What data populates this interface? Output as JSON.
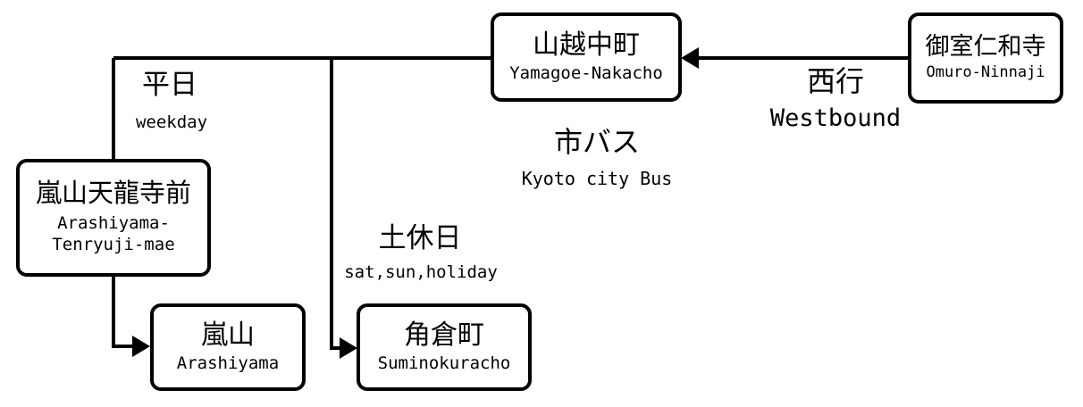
{
  "stops": {
    "omuro": {
      "jp": "御室仁和寺",
      "en": "Omuro-Ninnaji"
    },
    "yamagoe": {
      "jp": "山越中町",
      "en": "Yamagoe-Nakacho"
    },
    "tenryuji": {
      "jp": "嵐山天龍寺前",
      "en_line1": "Arashiyama-",
      "en_line2": "Tenryuji-mae"
    },
    "arashiyama": {
      "jp": "嵐山",
      "en": "Arashiyama"
    },
    "suminokura": {
      "jp": "角倉町",
      "en": "Suminokuracho"
    }
  },
  "labels": {
    "direction_jp": "西行",
    "direction_en": "Westbound",
    "operator_jp": "市バス",
    "operator_en": "Kyoto city Bus",
    "weekday_jp": "平日",
    "weekday_en": "weekday",
    "holiday_jp": "土休日",
    "holiday_en": "sat,sun,holiday"
  }
}
